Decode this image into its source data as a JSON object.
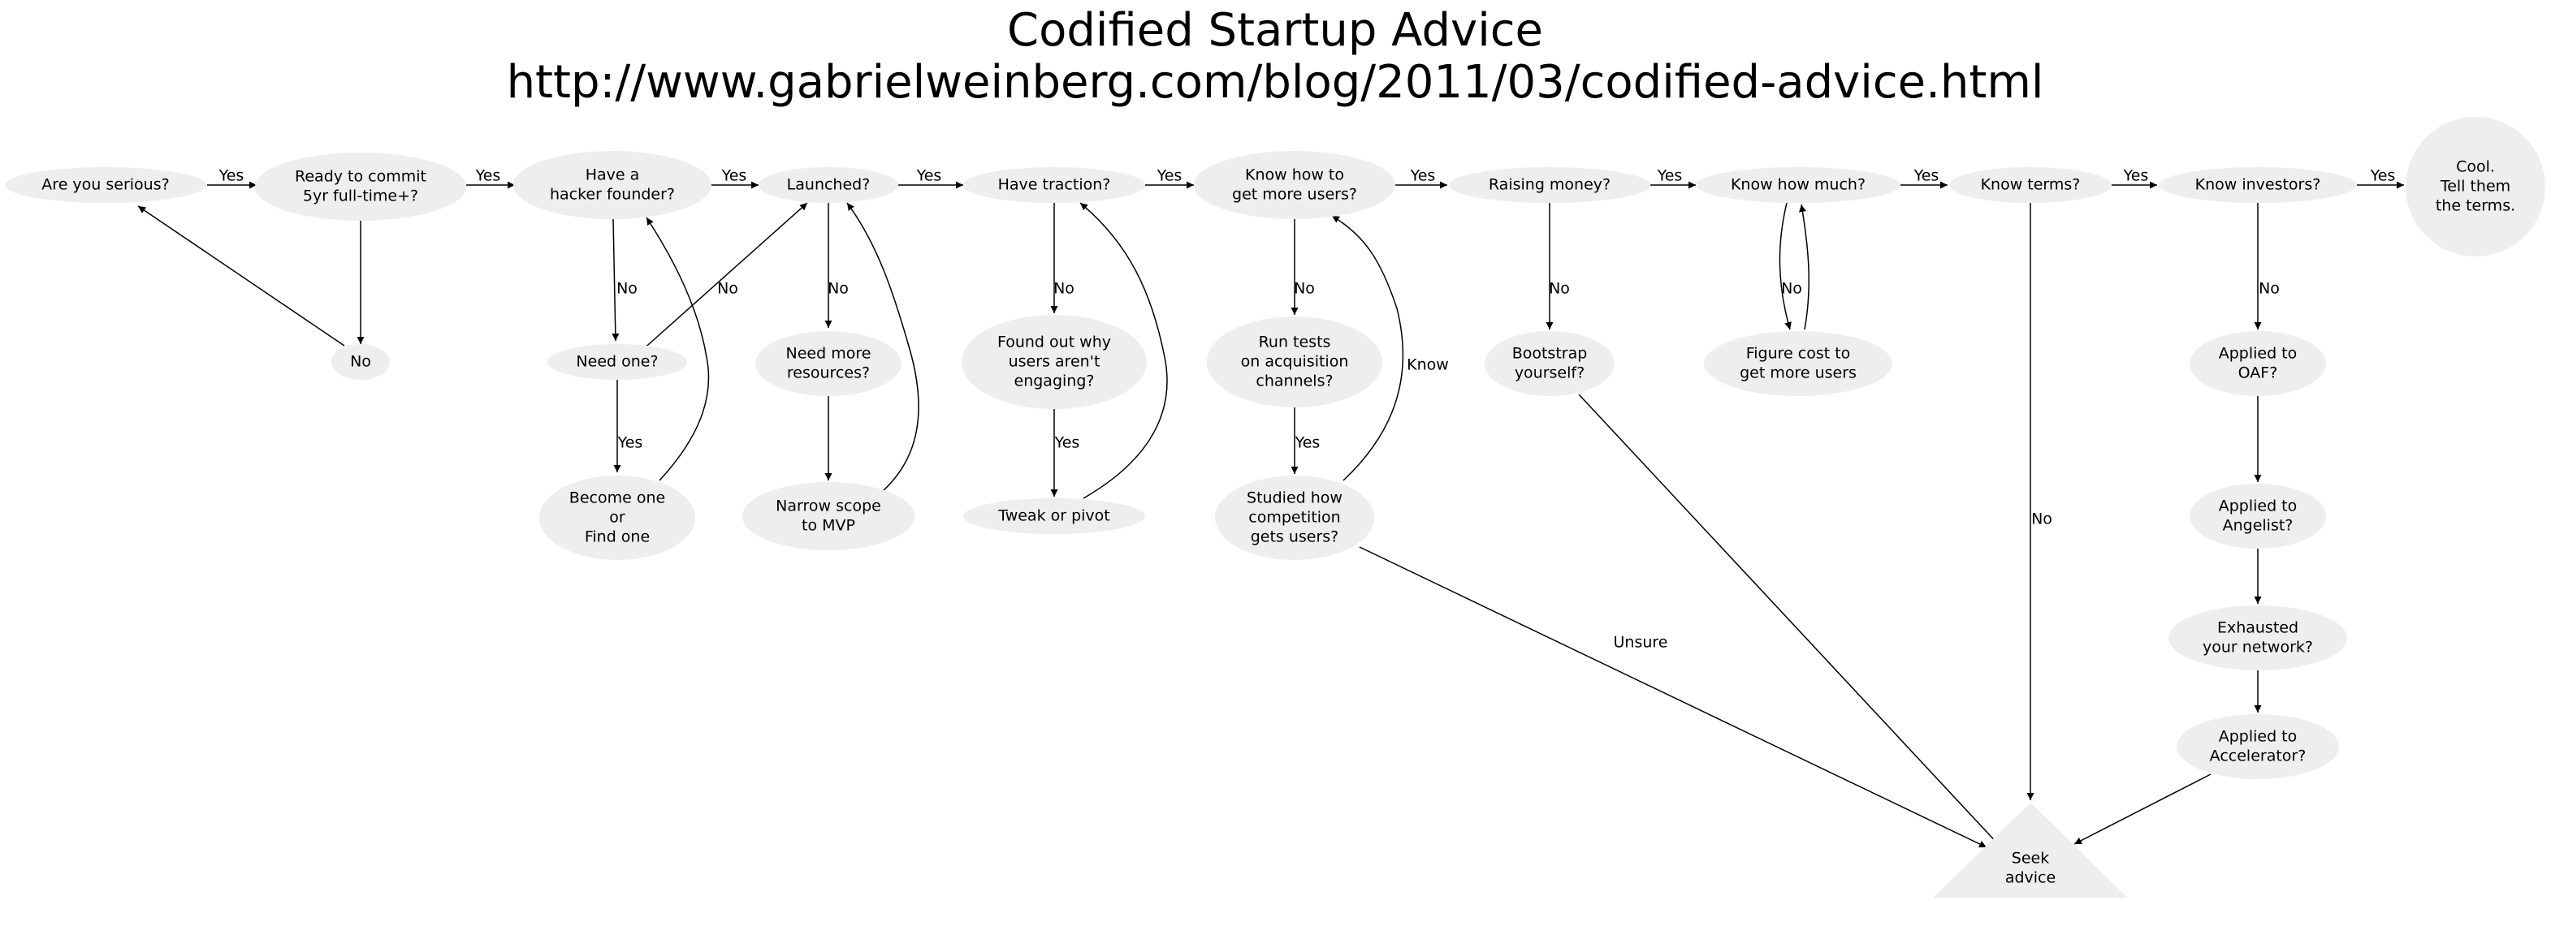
{
  "title": {
    "line1": "Codified Startup Advice",
    "line2": "http://www.gabrielweinberg.com/blog/2011/03/codified-advice.html"
  },
  "colors": {
    "node_fill": "#eeeeee",
    "edge": "#000000",
    "text": "#000000"
  },
  "nodes": [
    {
      "id": "serious",
      "shape": "ellipse",
      "lines": [
        "Are you serious?"
      ]
    },
    {
      "id": "ready",
      "shape": "ellipse",
      "lines": [
        "Ready to commit",
        "5yr full-time+?"
      ]
    },
    {
      "id": "no1",
      "shape": "ellipse",
      "lines": [
        "No"
      ]
    },
    {
      "id": "hacker",
      "shape": "ellipse",
      "lines": [
        "Have a",
        "hacker founder?"
      ]
    },
    {
      "id": "needone",
      "shape": "ellipse",
      "lines": [
        "Need one?"
      ]
    },
    {
      "id": "become",
      "shape": "ellipse",
      "lines": [
        "Become one",
        "or",
        "Find one"
      ]
    },
    {
      "id": "launched",
      "shape": "ellipse",
      "lines": [
        "Launched?"
      ]
    },
    {
      "id": "needmore",
      "shape": "ellipse",
      "lines": [
        "Need more",
        "resources?"
      ]
    },
    {
      "id": "narrow",
      "shape": "ellipse",
      "lines": [
        "Narrow scope",
        "to MVP"
      ]
    },
    {
      "id": "traction",
      "shape": "ellipse",
      "lines": [
        "Have traction?"
      ]
    },
    {
      "id": "foundout",
      "shape": "ellipse",
      "lines": [
        "Found out why",
        "users aren't",
        "engaging?"
      ]
    },
    {
      "id": "tweak",
      "shape": "ellipse",
      "lines": [
        "Tweak or pivot"
      ]
    },
    {
      "id": "knowhow",
      "shape": "ellipse",
      "lines": [
        "Know how to",
        "get more users?"
      ]
    },
    {
      "id": "runtests",
      "shape": "ellipse",
      "lines": [
        "Run tests",
        "on acquisition",
        "channels?"
      ]
    },
    {
      "id": "studied",
      "shape": "ellipse",
      "lines": [
        "Studied how",
        "competition",
        "gets users?"
      ]
    },
    {
      "id": "raising",
      "shape": "ellipse",
      "lines": [
        "Raising money?"
      ]
    },
    {
      "id": "bootstrap",
      "shape": "ellipse",
      "lines": [
        "Bootstrap",
        "yourself?"
      ]
    },
    {
      "id": "knowmuch",
      "shape": "ellipse",
      "lines": [
        "Know how much?"
      ]
    },
    {
      "id": "figure",
      "shape": "ellipse",
      "lines": [
        "Figure cost to",
        "get more users"
      ]
    },
    {
      "id": "terms",
      "shape": "ellipse",
      "lines": [
        "Know terms?"
      ]
    },
    {
      "id": "investors",
      "shape": "ellipse",
      "lines": [
        "Know investors?"
      ]
    },
    {
      "id": "cool",
      "shape": "ellipse",
      "lines": [
        "Cool.",
        "Tell them",
        "the terms."
      ]
    },
    {
      "id": "oaf",
      "shape": "ellipse",
      "lines": [
        "Applied to",
        "OAF?"
      ]
    },
    {
      "id": "angelist",
      "shape": "ellipse",
      "lines": [
        "Applied to",
        "Angelist?"
      ]
    },
    {
      "id": "network",
      "shape": "ellipse",
      "lines": [
        "Exhausted",
        "your network?"
      ]
    },
    {
      "id": "accel",
      "shape": "ellipse",
      "lines": [
        "Applied to",
        "Accelerator?"
      ]
    },
    {
      "id": "seek",
      "shape": "triangle",
      "lines": [
        "Seek",
        "advice"
      ]
    }
  ],
  "edges": [
    {
      "from": "serious",
      "to": "ready",
      "label": "Yes"
    },
    {
      "from": "ready",
      "to": "hacker",
      "label": "Yes"
    },
    {
      "from": "ready",
      "to": "no1",
      "label": ""
    },
    {
      "from": "no1",
      "to": "serious",
      "label": ""
    },
    {
      "from": "hacker",
      "to": "launched",
      "label": "Yes"
    },
    {
      "from": "hacker",
      "to": "needone",
      "label": "No"
    },
    {
      "from": "needone",
      "to": "launched",
      "label": "No"
    },
    {
      "from": "needone",
      "to": "become",
      "label": "Yes"
    },
    {
      "from": "become",
      "to": "hacker",
      "label": ""
    },
    {
      "from": "launched",
      "to": "traction",
      "label": "Yes"
    },
    {
      "from": "launched",
      "to": "needmore",
      "label": "No"
    },
    {
      "from": "needmore",
      "to": "narrow",
      "label": ""
    },
    {
      "from": "narrow",
      "to": "launched",
      "label": ""
    },
    {
      "from": "traction",
      "to": "knowhow",
      "label": "Yes"
    },
    {
      "from": "traction",
      "to": "foundout",
      "label": "No"
    },
    {
      "from": "foundout",
      "to": "tweak",
      "label": "Yes"
    },
    {
      "from": "tweak",
      "to": "traction",
      "label": ""
    },
    {
      "from": "knowhow",
      "to": "raising",
      "label": "Yes"
    },
    {
      "from": "knowhow",
      "to": "runtests",
      "label": "No"
    },
    {
      "from": "runtests",
      "to": "studied",
      "label": "Yes"
    },
    {
      "from": "studied",
      "to": "knowhow",
      "label": "Know"
    },
    {
      "from": "studied",
      "to": "seek",
      "label": "Unsure"
    },
    {
      "from": "raising",
      "to": "knowmuch",
      "label": "Yes"
    },
    {
      "from": "raising",
      "to": "bootstrap",
      "label": "No"
    },
    {
      "from": "bootstrap",
      "to": "seek",
      "label": ""
    },
    {
      "from": "knowmuch",
      "to": "terms",
      "label": "Yes"
    },
    {
      "from": "knowmuch",
      "to": "figure",
      "label": "No"
    },
    {
      "from": "figure",
      "to": "knowmuch",
      "label": ""
    },
    {
      "from": "terms",
      "to": "investors",
      "label": "Yes"
    },
    {
      "from": "terms",
      "to": "seek",
      "label": "No"
    },
    {
      "from": "investors",
      "to": "cool",
      "label": "Yes"
    },
    {
      "from": "investors",
      "to": "oaf",
      "label": "No"
    },
    {
      "from": "oaf",
      "to": "angelist",
      "label": ""
    },
    {
      "from": "angelist",
      "to": "network",
      "label": ""
    },
    {
      "from": "network",
      "to": "accel",
      "label": ""
    },
    {
      "from": "accel",
      "to": "seek",
      "label": ""
    }
  ]
}
